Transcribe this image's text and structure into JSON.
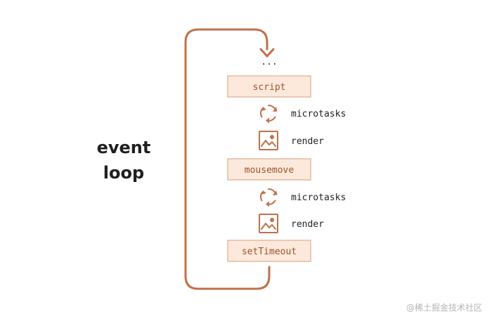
{
  "title": {
    "line1": "event",
    "line2": "loop"
  },
  "top_ellipsis": "...",
  "sequence": [
    {
      "kind": "task",
      "label": "script"
    },
    {
      "kind": "step",
      "label": "microtasks",
      "icon": "cycle-arrows-icon"
    },
    {
      "kind": "step",
      "label": "render",
      "icon": "picture-icon"
    },
    {
      "kind": "task",
      "label": "mousemove"
    },
    {
      "kind": "step",
      "label": "microtasks",
      "icon": "cycle-arrows-icon"
    },
    {
      "kind": "step",
      "label": "render",
      "icon": "picture-icon"
    },
    {
      "kind": "task",
      "label": "setTimeout"
    }
  ],
  "watermark": "@稀土掘金技术社区",
  "colors": {
    "accent": "#c0704a",
    "task_fill": "#fce9db",
    "task_border": "#e3bba1",
    "task_text": "#a0522d"
  }
}
